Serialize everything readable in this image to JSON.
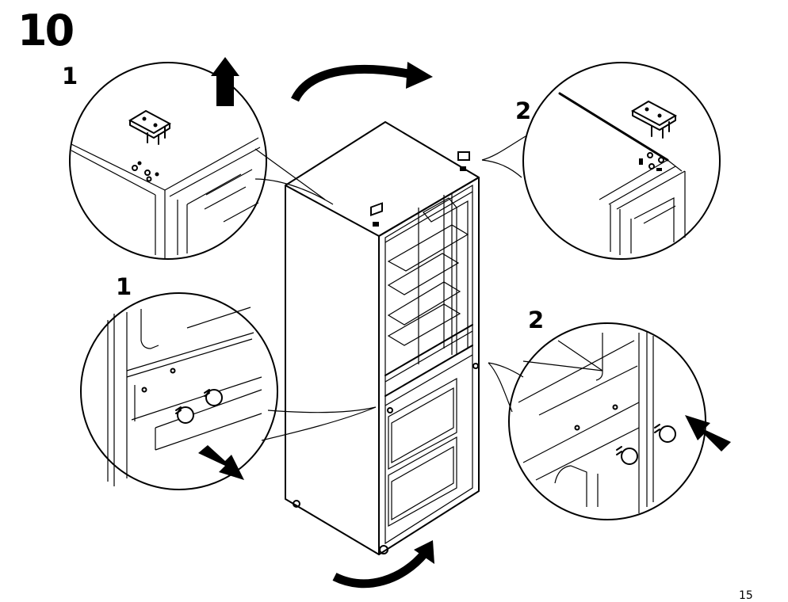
{
  "step": {
    "number": "10"
  },
  "callouts": {
    "top_left": "1",
    "top_right": "2",
    "bottom_left": "1",
    "bottom_right": "2"
  },
  "page": {
    "number": "15"
  },
  "icons": [
    "rotate-arrow-icon",
    "up-arrow-icon",
    "push-arrow-icon",
    "pull-arrow-icon"
  ]
}
